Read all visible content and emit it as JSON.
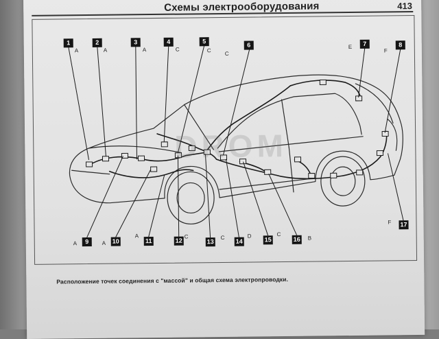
{
  "header": {
    "title": "Схемы электрооборудования",
    "page_number": "413"
  },
  "caption": "Расположение точек соединения с \"массой\" и общая схема электропроводки.",
  "watermark": "DROM",
  "connectors": [
    {
      "num": "1",
      "letter": "A"
    },
    {
      "num": "2",
      "letter": "A"
    },
    {
      "num": "3",
      "letter": "A"
    },
    {
      "num": "4",
      "letter": "C"
    },
    {
      "num": "5",
      "letter": "C"
    },
    {
      "num": "6",
      "letter": "C"
    },
    {
      "num": "7",
      "letter": "E"
    },
    {
      "num": "8",
      "letter": "F"
    },
    {
      "num": "9",
      "letter": "A"
    },
    {
      "num": "10",
      "letter": "A"
    },
    {
      "num": "11",
      "letter": "A"
    },
    {
      "num": "12",
      "letter": "C"
    },
    {
      "num": "13",
      "letter": "C"
    },
    {
      "num": "14",
      "letter": "D"
    },
    {
      "num": "15",
      "letter": "C"
    },
    {
      "num": "16",
      "letter": "B"
    },
    {
      "num": "17",
      "letter": "F"
    }
  ]
}
